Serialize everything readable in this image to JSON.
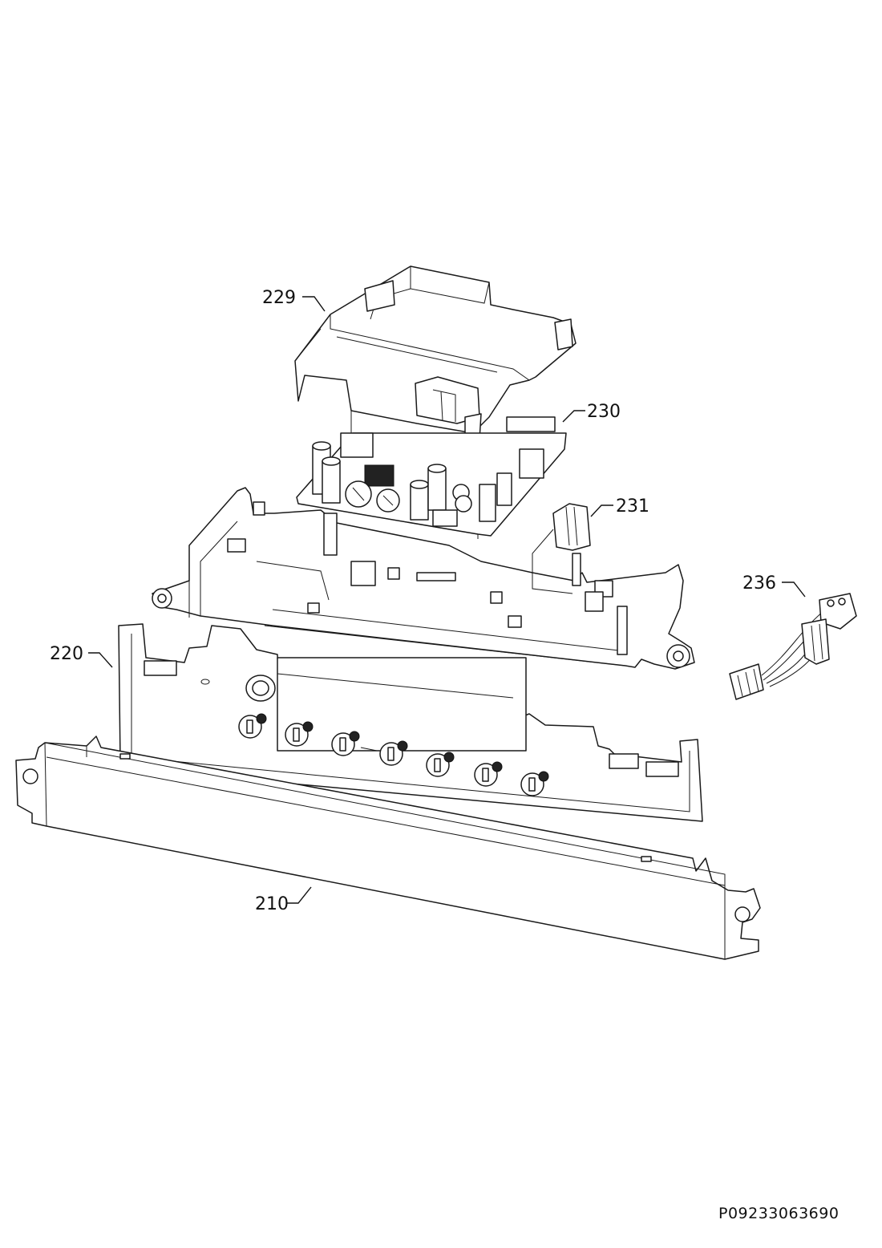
{
  "parts": [
    {
      "id": "229",
      "label": "229"
    },
    {
      "id": "230",
      "label": "230"
    },
    {
      "id": "231",
      "label": "231"
    },
    {
      "id": "236",
      "label": "236"
    },
    {
      "id": "220",
      "label": "220"
    },
    {
      "id": "210",
      "label": "210"
    }
  ],
  "document_code": "P09233063690"
}
